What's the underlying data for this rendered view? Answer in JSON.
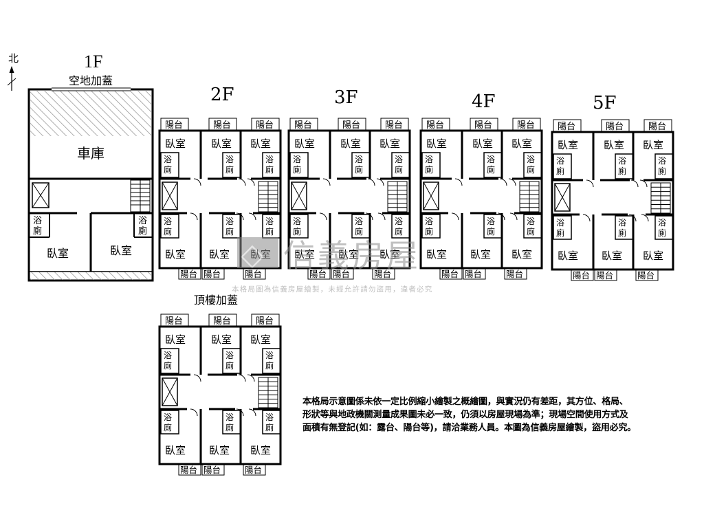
{
  "compass": {
    "label": "北"
  },
  "floors": [
    {
      "id": "1f",
      "label": "1F"
    },
    {
      "id": "2f",
      "label": "2F"
    },
    {
      "id": "3f",
      "label": "3F"
    },
    {
      "id": "4f",
      "label": "4F"
    },
    {
      "id": "5f",
      "label": "5F"
    },
    {
      "id": "roof",
      "label": "頂樓加蓋"
    }
  ],
  "rooms": {
    "bedroom": "臥室",
    "bathroom_top": "浴",
    "bathroom_bottom": "廁",
    "balcony": "陽台",
    "garage": "車庫",
    "open_space": "空地加蓋"
  },
  "watermark": {
    "brand": "信義房屋",
    "notice": "本格局圖為信義房屋繪製，未經允許請勿盜用，違者必究"
  },
  "disclaimer": [
    "本格局示意圖係未依一定比例縮小繪製之概繪圖，與實況仍有差距，其方位、格局、",
    "形狀等與地政機關測量成果圖未必一致，仍須以房屋現場為準；現場空間使用方式及",
    "面積有無登記(如：露台、陽台等)，請洽業務人員。本圖為信義房屋繪製，盜用必究。"
  ]
}
